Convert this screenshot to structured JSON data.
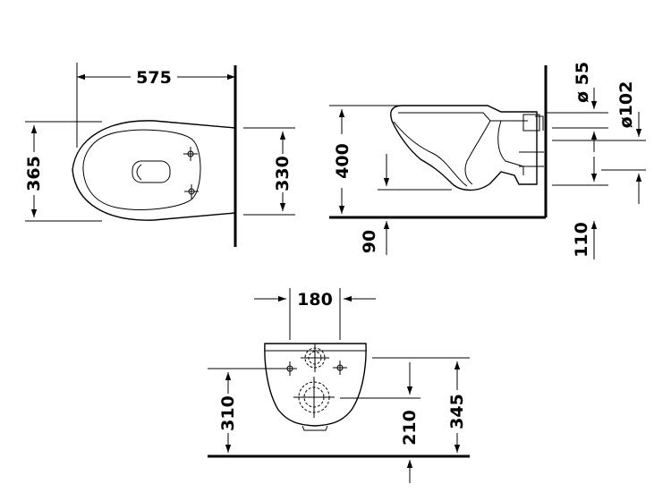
{
  "top_view": {
    "width_dim": "575",
    "depth_dim": "365",
    "mount_dim": "330"
  },
  "side_view": {
    "height_dim": "400",
    "outlet_small_dim": "ø 55",
    "outlet_large_dim": "ø102",
    "rim_offset_dim": "90",
    "outlet_height_dim": "110"
  },
  "front_view": {
    "bolt_spacing_dim": "180",
    "body_height_dim": "310",
    "outlet_center_dim": "210",
    "rim_height_dim": "345"
  }
}
